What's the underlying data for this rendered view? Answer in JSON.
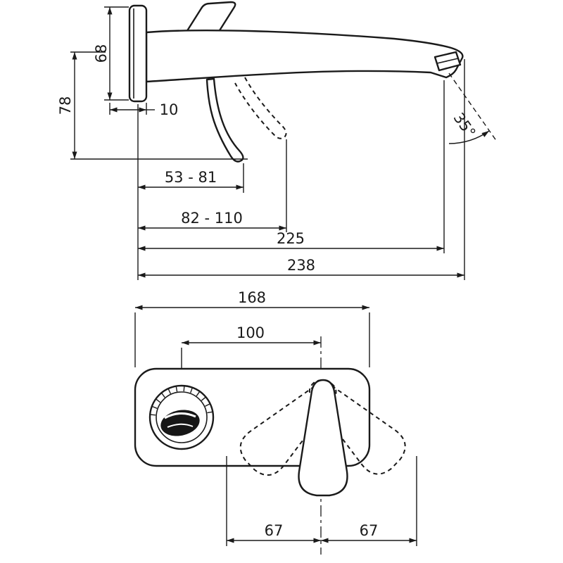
{
  "drawing": {
    "title": "wall-mounted-single-lever-basin-mixer-dimension-drawing",
    "colors": {
      "ink": "#1a1a1a",
      "paper": "#ffffff"
    }
  },
  "labels": {
    "side": {
      "plate_height": "68",
      "total_height": "78",
      "wall_offset": "10",
      "handle_reach_min": "53 - 81",
      "handle_reach_max": "82 - 110",
      "spout_outlet_reach": "225",
      "overall_reach": "238",
      "outlet_angle": "35°"
    },
    "front": {
      "plate_width": "168",
      "hole_distance": "100",
      "swing_left": "67",
      "swing_right": "67"
    }
  }
}
